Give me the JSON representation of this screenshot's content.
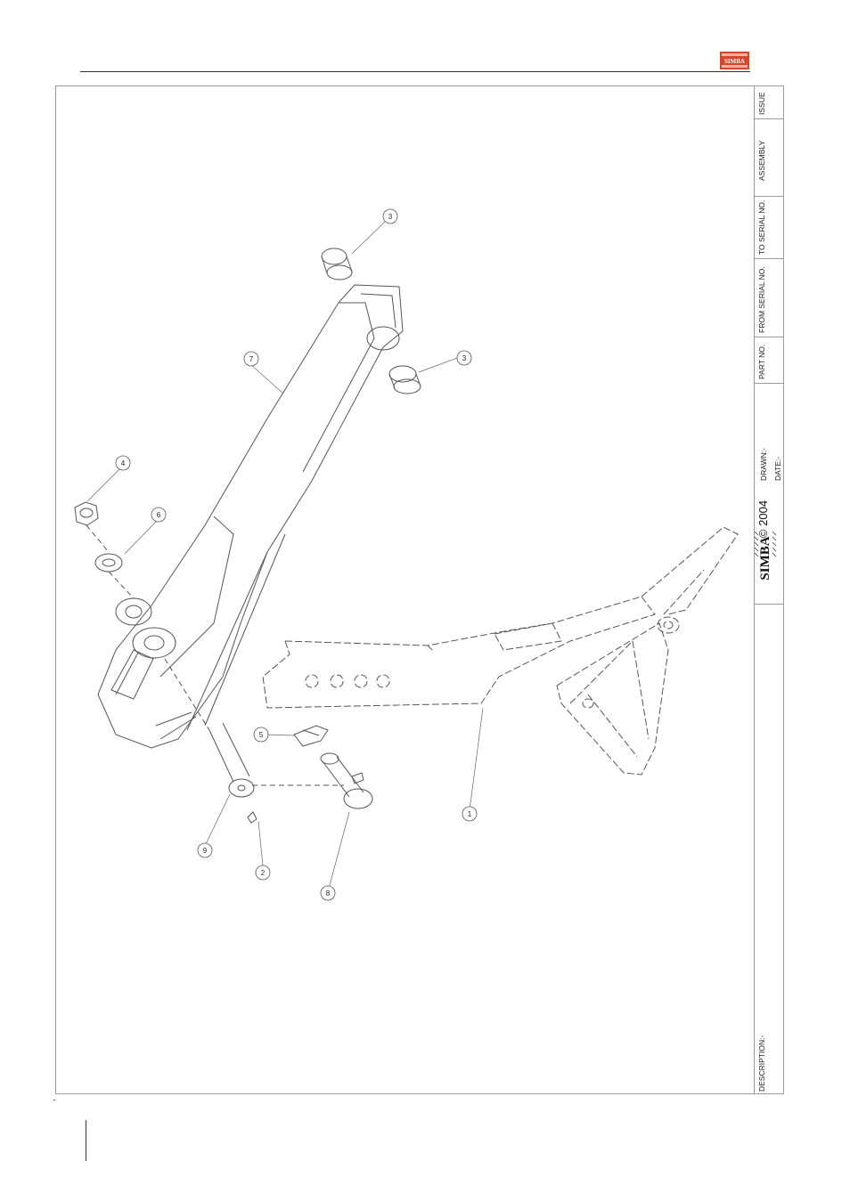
{
  "header": {
    "logo_text": "SIMBA"
  },
  "title_block": {
    "issue_label": "ISSUE",
    "assembly_label": "ASSEMBLY",
    "to_serial_label": "TO SERIAL NO.",
    "from_serial_label": "FROM SERIAL NO.",
    "part_no_label": "PART NO.",
    "drawn_label": "DRAWN:-",
    "date_label": "DATE:-",
    "brand": "SIMBA",
    "copyright": "© 2004",
    "description_label": "DESCRIPTION:-"
  },
  "callouts": [
    {
      "id": "callout-1",
      "label": "1"
    },
    {
      "id": "callout-2",
      "label": "2"
    },
    {
      "id": "callout-3a",
      "label": "3"
    },
    {
      "id": "callout-3b",
      "label": "3"
    },
    {
      "id": "callout-4",
      "label": "4"
    },
    {
      "id": "callout-5",
      "label": "5"
    },
    {
      "id": "callout-6",
      "label": "6"
    },
    {
      "id": "callout-7",
      "label": "7"
    },
    {
      "id": "callout-8",
      "label": "8"
    },
    {
      "id": "callout-9",
      "label": "9"
    }
  ]
}
